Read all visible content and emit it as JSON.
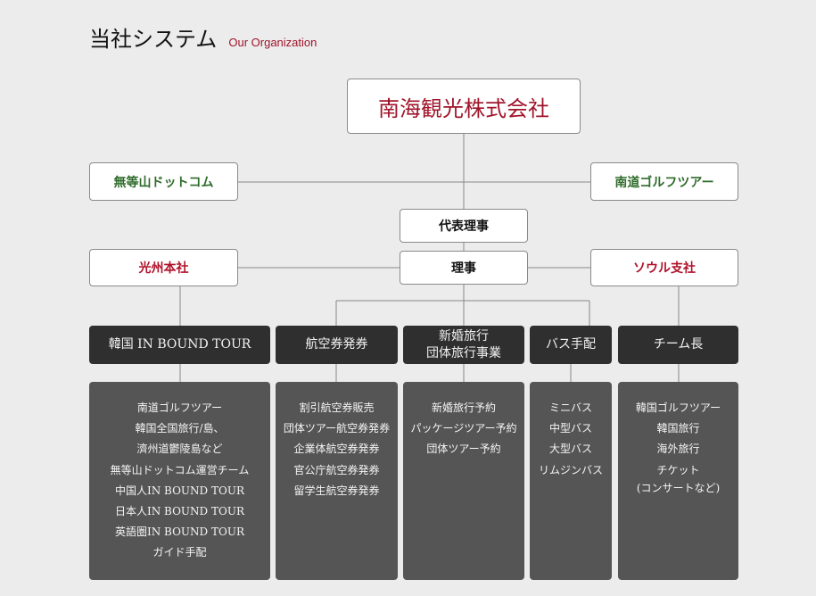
{
  "header": {
    "title": "当社システム",
    "subtitle": "Our Organization"
  },
  "org": {
    "root": "南海観光株式会社",
    "affiliates": {
      "left": "無等山ドットコム",
      "right": "南道ゴルフツアー"
    },
    "representative": "代表理事",
    "director": "理事",
    "branches": {
      "left": "光州本社",
      "right": "ソウル支社"
    },
    "departments": [
      {
        "name": "韓国 IN BOUND TOUR",
        "items": [
          "南道ゴルフツアー",
          "韓国全国旅行/島、",
          "濟州道鬱陵島など",
          "無等山ドットコム運営チーム",
          "中国人IN BOUND TOUR",
          "日本人IN BOUND TOUR",
          "英語圏IN BOUND TOUR",
          "ガイド手配"
        ]
      },
      {
        "name": "航空券発券",
        "items": [
          "割引航空券販売",
          "団体ツアー航空券発券",
          "企業体航空券発券",
          "官公庁航空券発券",
          "留学生航空券発券"
        ]
      },
      {
        "name_line1": "新婚旅行",
        "name_line2": "団体旅行事業",
        "items": [
          "新婚旅行予約",
          "パッケージツアー予約",
          "団体ツアー予約"
        ]
      },
      {
        "name": "バス手配",
        "items": [
          "ミニバス",
          "中型バス",
          "大型バス",
          "リムジンバス"
        ]
      },
      {
        "name": "チーム長",
        "items": [
          "韓国ゴルフツアー",
          "韓国旅行",
          "海外旅行",
          "チケット",
          "(コンサートなど)"
        ]
      }
    ]
  },
  "colors": {
    "root_text": "#a0142a",
    "affiliate_text": "#2e6b2a",
    "branch_text": "#b0122b",
    "dept_bg": "#2f2f2f",
    "detail_bg": "#555555",
    "line": "#888888"
  }
}
